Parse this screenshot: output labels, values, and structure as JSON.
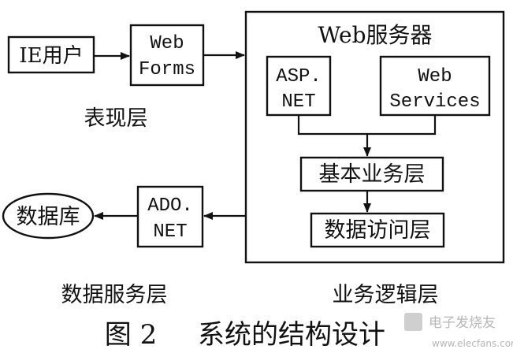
{
  "nodes": {
    "ie_user": "IE用户",
    "web_forms_line1": "Web",
    "web_forms_line2": "Forms",
    "web_server_title": "Web服务器",
    "asp_net_line1": "ASP.",
    "asp_net_line2": "NET",
    "web_services_line1": "Web",
    "web_services_line2": "Services",
    "basic_business_layer": "基本业务层",
    "data_access_layer": "数据访问层",
    "ado_net_line1": "ADO.",
    "ado_net_line2": "NET",
    "database": "数据库"
  },
  "layers": {
    "presentation": "表现层",
    "data_service": "数据服务层",
    "business_logic": "业务逻辑层"
  },
  "caption": {
    "figure_number": "图 2",
    "title": "系统的结构设计"
  },
  "watermark": {
    "text": "电子发烧友",
    "site": "www.elecfans.com"
  }
}
